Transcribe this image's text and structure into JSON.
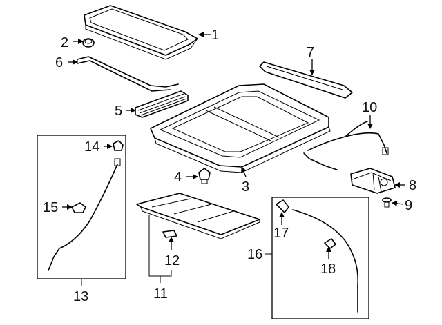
{
  "diagram": {
    "callouts": [
      {
        "id": "c1",
        "text": "1"
      },
      {
        "id": "c2",
        "text": "2"
      },
      {
        "id": "c3",
        "text": "3"
      },
      {
        "id": "c4",
        "text": "4"
      },
      {
        "id": "c5",
        "text": "5"
      },
      {
        "id": "c6",
        "text": "6"
      },
      {
        "id": "c7",
        "text": "7"
      },
      {
        "id": "c8",
        "text": "8"
      },
      {
        "id": "c9",
        "text": "9"
      },
      {
        "id": "c10",
        "text": "10"
      },
      {
        "id": "c11",
        "text": "11"
      },
      {
        "id": "c12",
        "text": "12"
      },
      {
        "id": "c13",
        "text": "13"
      },
      {
        "id": "c14",
        "text": "14"
      },
      {
        "id": "c15",
        "text": "15"
      },
      {
        "id": "c16",
        "text": "16"
      },
      {
        "id": "c17",
        "text": "17"
      },
      {
        "id": "c18",
        "text": "18"
      }
    ]
  }
}
